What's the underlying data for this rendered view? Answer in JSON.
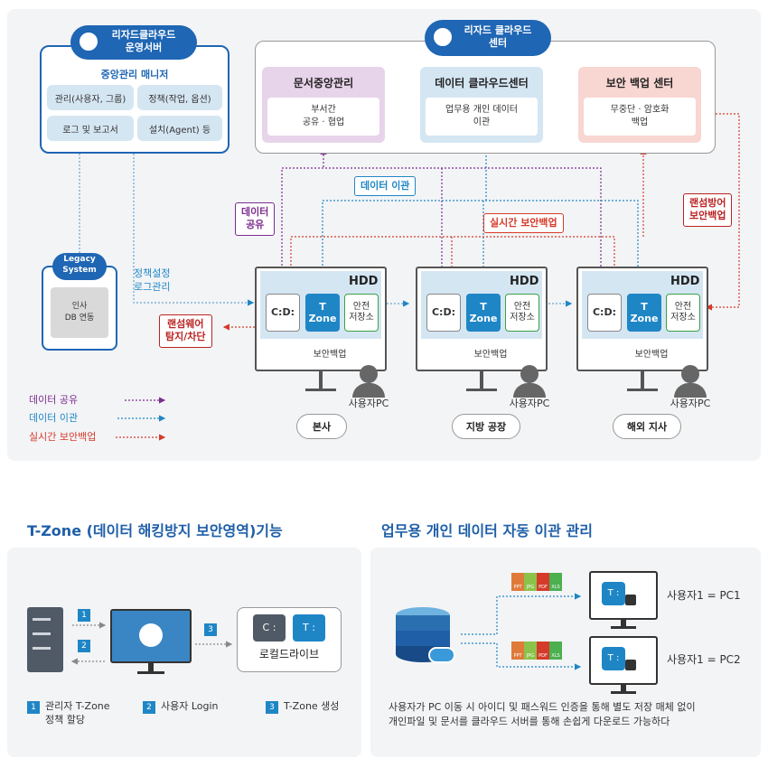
{
  "ops_server": {
    "title": "리자드클라우드\n운영서버",
    "manager": "중앙관리 매니저",
    "cells": [
      "관리(사용자, 그룹)",
      "정책(작업, 옵션)",
      "로그 및 보고서",
      "설치(Agent) 등"
    ]
  },
  "cloud_center": {
    "title": "리자드 클라우드\n센터",
    "boxes": [
      {
        "title": "문서중앙관리",
        "body": "부서간\n공유 · 협업",
        "color": "#e7d3ea"
      },
      {
        "title": "데이터 클라우드센터",
        "body": "업무용 개인 데이터\n이관",
        "color": "#d5e6f3"
      },
      {
        "title": "보안 백업 센터",
        "body": "무중단 · 암호화\n백업",
        "color": "#f8d6d2"
      }
    ]
  },
  "legacy": {
    "title": "Legacy\nSystem",
    "body": "인사\nDB 연동"
  },
  "policy_label": "정책설정\n로그관리",
  "tags": {
    "share": "데이터\n공유",
    "transfer": "데이터 이관",
    "realtime": "실시간 보안백업",
    "ransom_defense": "랜섬방어\n보안백업",
    "ransom_detect": "랜섬웨어\n탐지/차단"
  },
  "sites": [
    {
      "location": "본사",
      "user": "사용자PC"
    },
    {
      "location": "지방 공장",
      "user": "사용자PC"
    },
    {
      "location": "해외 지사",
      "user": "사용자PC"
    }
  ],
  "pc": {
    "hdd": "HDD",
    "c_drive": "C:D:",
    "tzone": "T\nZone",
    "safe": "안전\n저장소",
    "backup": "보안백업"
  },
  "legend": [
    {
      "label": "데이터 공유",
      "color": "#7b2d8e"
    },
    {
      "label": "데이터 이관",
      "color": "#1f86c6"
    },
    {
      "label": "실시간 보안백업",
      "color": "#d63a2a"
    }
  ],
  "tzone_section": {
    "title": "T-Zone (데이터 해킹방지 보안영역)기능",
    "steps": [
      "1",
      "2",
      "3"
    ],
    "drive_c": "C :",
    "drive_t": "T :",
    "local_drive": "로컬드라이브",
    "notes": [
      {
        "num": "1",
        "text": "관리자 T-Zone\n정책 할당"
      },
      {
        "num": "2",
        "text": "사용자 Login"
      },
      {
        "num": "3",
        "text": "T-Zone 생성"
      }
    ]
  },
  "auto_section": {
    "title": "업무용 개인 데이터 자동 이관 관리",
    "pc1": "사용자1 = PC1",
    "pc2": "사용자1 = PC2",
    "tz": "T :",
    "files": [
      "PPT",
      "JPG",
      "PDF",
      "XLS"
    ],
    "desc1": "사용자가 PC 이동 시 아이디 및 패스워드 인증을 통해 별도 저장 매체 없이",
    "desc2": "개인파일 및 문서를 클라우드 서버를 통해  손쉽게 다운로드 가능하다"
  }
}
